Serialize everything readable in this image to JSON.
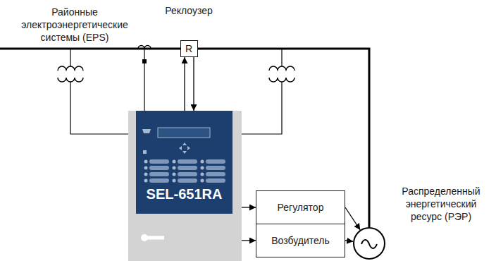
{
  "diagram": {
    "nodes": [
      {
        "text": [
          "Реклоузер",
          "R"
        ]
      },
      {
        "text": [
          "SEL-651RA"
        ]
      },
      {
        "text": [
          "Регулятор"
        ]
      },
      {
        "text": [
          "Возбудитель"
        ]
      },
      {
        "text": [
          "Распределенный энергетический ресурс (РЭР)"
        ]
      }
    ],
    "edges": [
      {
        "from": 1,
        "to": 0,
        "arrow": "to"
      },
      {
        "from": 0,
        "to": 1,
        "arrow": "to"
      },
      {
        "from": 1,
        "to": 2,
        "arrow": "to"
      },
      {
        "from": 1,
        "to": 3,
        "arrow": "to"
      },
      {
        "from": 2,
        "to": 4,
        "arrow": "to"
      },
      {
        "from": 3,
        "to": 4,
        "arrow": "to"
      },
      {
        "from": 0,
        "to": 4,
        "arrow": "none"
      }
    ],
    "labels": [
      "Районные электроэнергетические системы (EPS)"
    ]
  }
}
